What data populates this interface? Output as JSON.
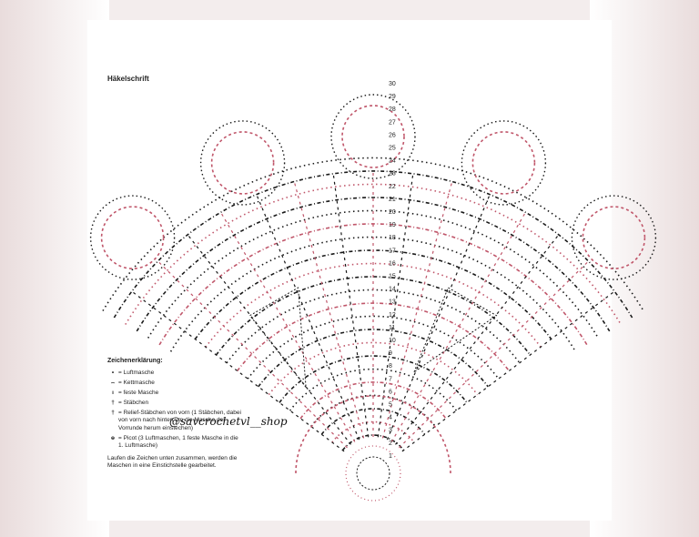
{
  "title": "Häkelschrift",
  "row_numbers": [
    "30",
    "29",
    "28",
    "27",
    "26",
    "25",
    "24",
    "23",
    "22",
    "21",
    "20",
    "19",
    "18",
    "17",
    "16",
    "15",
    "14",
    "13",
    "12",
    "11",
    "10",
    "9",
    "8",
    "7",
    "6",
    "5",
    "4",
    "3",
    "2",
    "1"
  ],
  "colors": {
    "black_rows": "#1a1a1a",
    "pink_rows": "#c0566a",
    "background": "#ffffff"
  },
  "legend": {
    "heading": "Zeichenerklärung:",
    "items": [
      {
        "symbol": "•",
        "icon": "dot-icon",
        "text": "= Luftmasche"
      },
      {
        "symbol": "⌢",
        "icon": "arc-icon",
        "text": "= Kettmasche"
      },
      {
        "symbol": "ı",
        "icon": "bar-icon",
        "text": "= feste Masche"
      },
      {
        "symbol": "†",
        "icon": "cross-icon",
        "text": "= Stäbchen"
      },
      {
        "symbol": "†",
        "icon": "relief-cross-icon",
        "text": "= Relief-Stäbchen von vorn (1 Stäbchen, dabei von vorn nach hinten um die Masche der Vorrunde herum einstechen)"
      },
      {
        "symbol": "ɵ",
        "icon": "picot-icon",
        "text": "= Picot (3 Luftmaschen, 1 feste Masche in die 1. Luftmasche)"
      }
    ],
    "note": "Laufen die Zeichen unten zusammen, werden die Maschen in eine Einstichstelle gearbeitet."
  },
  "watermark": "@savcrochetvl__shop"
}
